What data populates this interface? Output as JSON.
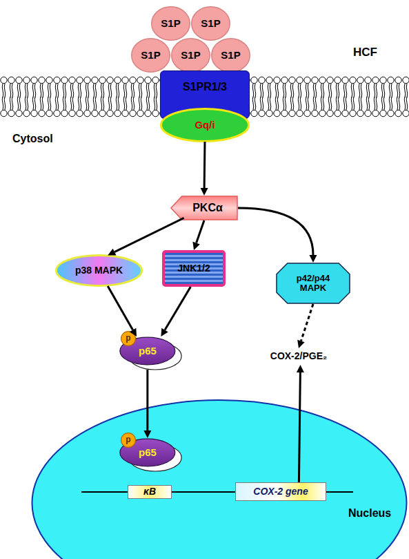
{
  "diagram": {
    "nodes": [
      {
        "text": [
          "S1P"
        ]
      },
      {
        "text": [
          "S1P"
        ]
      },
      {
        "text": [
          "S1P"
        ]
      },
      {
        "text": [
          "S1P"
        ]
      },
      {
        "text": [
          "S1P"
        ]
      },
      {
        "text": [
          "S1PR1/3"
        ]
      },
      {
        "text": [
          "Gq/i"
        ]
      },
      {
        "text": [
          "PKCα"
        ]
      },
      {
        "text": [
          "p38 MAPK"
        ]
      },
      {
        "text": [
          "JNK1/2"
        ]
      },
      {
        "text": [
          "p42/p44 MAPK"
        ]
      },
      {
        "text": [
          "p65"
        ]
      },
      {
        "text": [
          "p"
        ],
        "in": 11
      },
      {
        "text": [
          "COX-2/PGE₂"
        ]
      },
      {
        "text": [
          "Nucleus"
        ]
      },
      {
        "text": [
          "p65"
        ],
        "in": 14
      },
      {
        "text": [
          "p"
        ],
        "in": 15
      },
      {
        "text": [
          "κB"
        ],
        "in": 14
      },
      {
        "text": [
          "COX-2 gene"
        ],
        "in": 14
      }
    ],
    "edges": [
      {
        "from": 6,
        "to": 7,
        "arrow": "to"
      },
      {
        "from": 7,
        "to": 8,
        "arrow": "to"
      },
      {
        "from": 7,
        "to": 9,
        "arrow": "to"
      },
      {
        "from": 7,
        "to": 10,
        "arrow": "to"
      },
      {
        "from": 8,
        "to": 11,
        "arrow": "to"
      },
      {
        "from": 9,
        "to": 11,
        "arrow": "to"
      },
      {
        "from": 10,
        "to": 13,
        "arrow": "to"
      },
      {
        "from": 11,
        "to": 15,
        "arrow": "to"
      },
      {
        "from": 18,
        "to": 13,
        "arrow": "to"
      }
    ],
    "labels": [
      "HCF",
      "Cytosol"
    ]
  }
}
